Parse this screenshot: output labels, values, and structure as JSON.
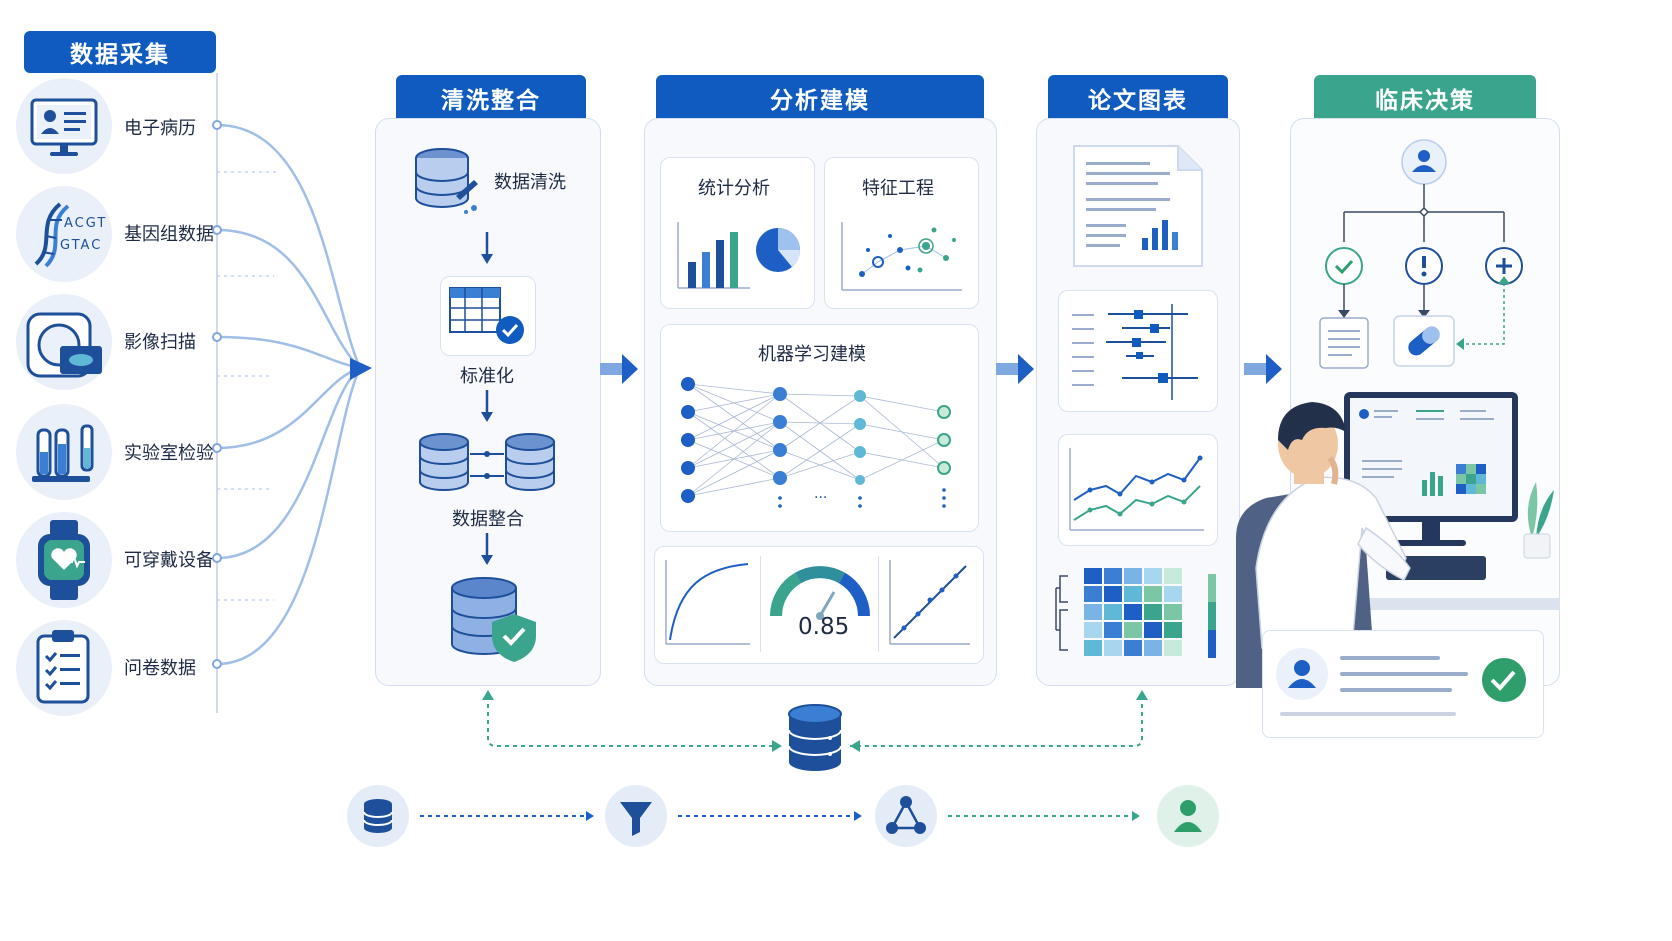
{
  "stages": {
    "collect": "数据采集",
    "clean": "清洗整合",
    "model": "分析建模",
    "paper": "论文图表",
    "clinic": "临床决策"
  },
  "sources": [
    "电子病历",
    "基因组数据",
    "影像扫描",
    "实验室检验",
    "可穿戴设备",
    "问卷数据"
  ],
  "dna_text": {
    "line1": "ACGT",
    "line2": "GTAC"
  },
  "clean_steps": [
    "数据清洗",
    "标准化",
    "数据整合"
  ],
  "model_boxes": {
    "stats": "统计分析",
    "feature": "特征工程",
    "ml": "机器学习建模"
  },
  "gauge_value": "0.85",
  "nn_ellipsis": "...",
  "colors": {
    "primary": "#0f5bbf",
    "teal": "#3aa58c",
    "green": "#2e9e6b",
    "panel": "#f7f9fd"
  },
  "icons": [
    "database-icon",
    "filter-icon",
    "network-icon",
    "user-icon",
    "check-icon",
    "alert-icon",
    "plus-icon",
    "pill-icon",
    "document-icon"
  ]
}
